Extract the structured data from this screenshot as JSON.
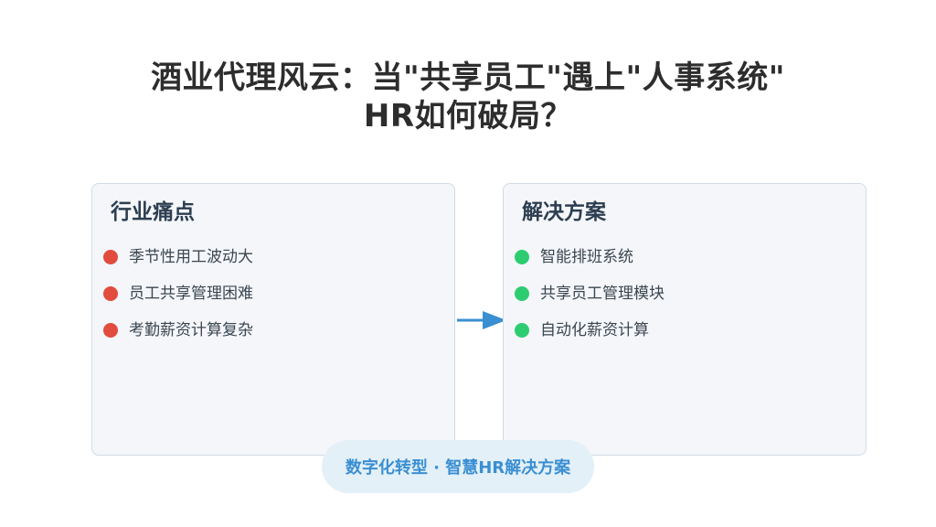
{
  "title": {
    "line1": "酒业代理风云：当\"共享员工\"遇上\"人事系统\"",
    "line2": "HR如何破局？"
  },
  "pain_points": {
    "heading": "行业痛点",
    "dot_color": "#e24c3e",
    "items": [
      "季节性用工波动大",
      "员工共享管理困难",
      "考勤薪资计算复杂"
    ]
  },
  "solutions": {
    "heading": "解决方案",
    "dot_color": "#2ecc71",
    "items": [
      "智能排班系统",
      "共享员工管理模块",
      "自动化薪资计算"
    ]
  },
  "arrow_color": "#3a8fd2",
  "footer": {
    "label": "数字化转型 · 智慧HR解决方案"
  }
}
